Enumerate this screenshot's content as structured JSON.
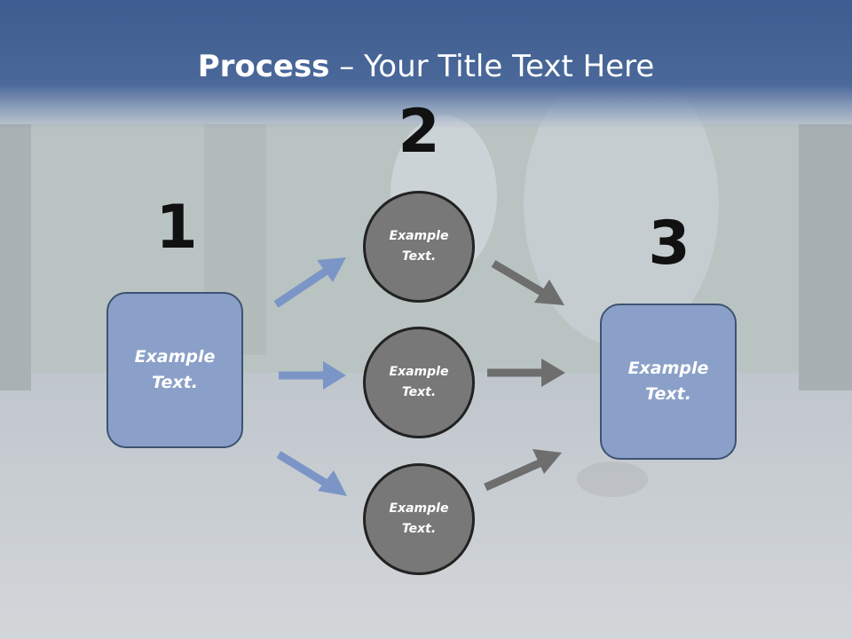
{
  "slide": {
    "title_bold": "Process",
    "title_rest": " – Your Title Text Here"
  },
  "steps": [
    {
      "number": "1"
    },
    {
      "number": "2"
    },
    {
      "number": "3"
    }
  ],
  "nodes": {
    "input_box": "Example Text.",
    "circle_top": "Example Text.",
    "circle_middle": "Example Text.",
    "circle_bottom": "Example Text.",
    "output_box": "Example Text."
  },
  "colors": {
    "header": "#3e5c8f",
    "box_fill": "#8aa0c8",
    "circle_fill": "#787878",
    "blue_arrow": "#7b96c6",
    "gray_arrow": "#6e6e6e"
  }
}
